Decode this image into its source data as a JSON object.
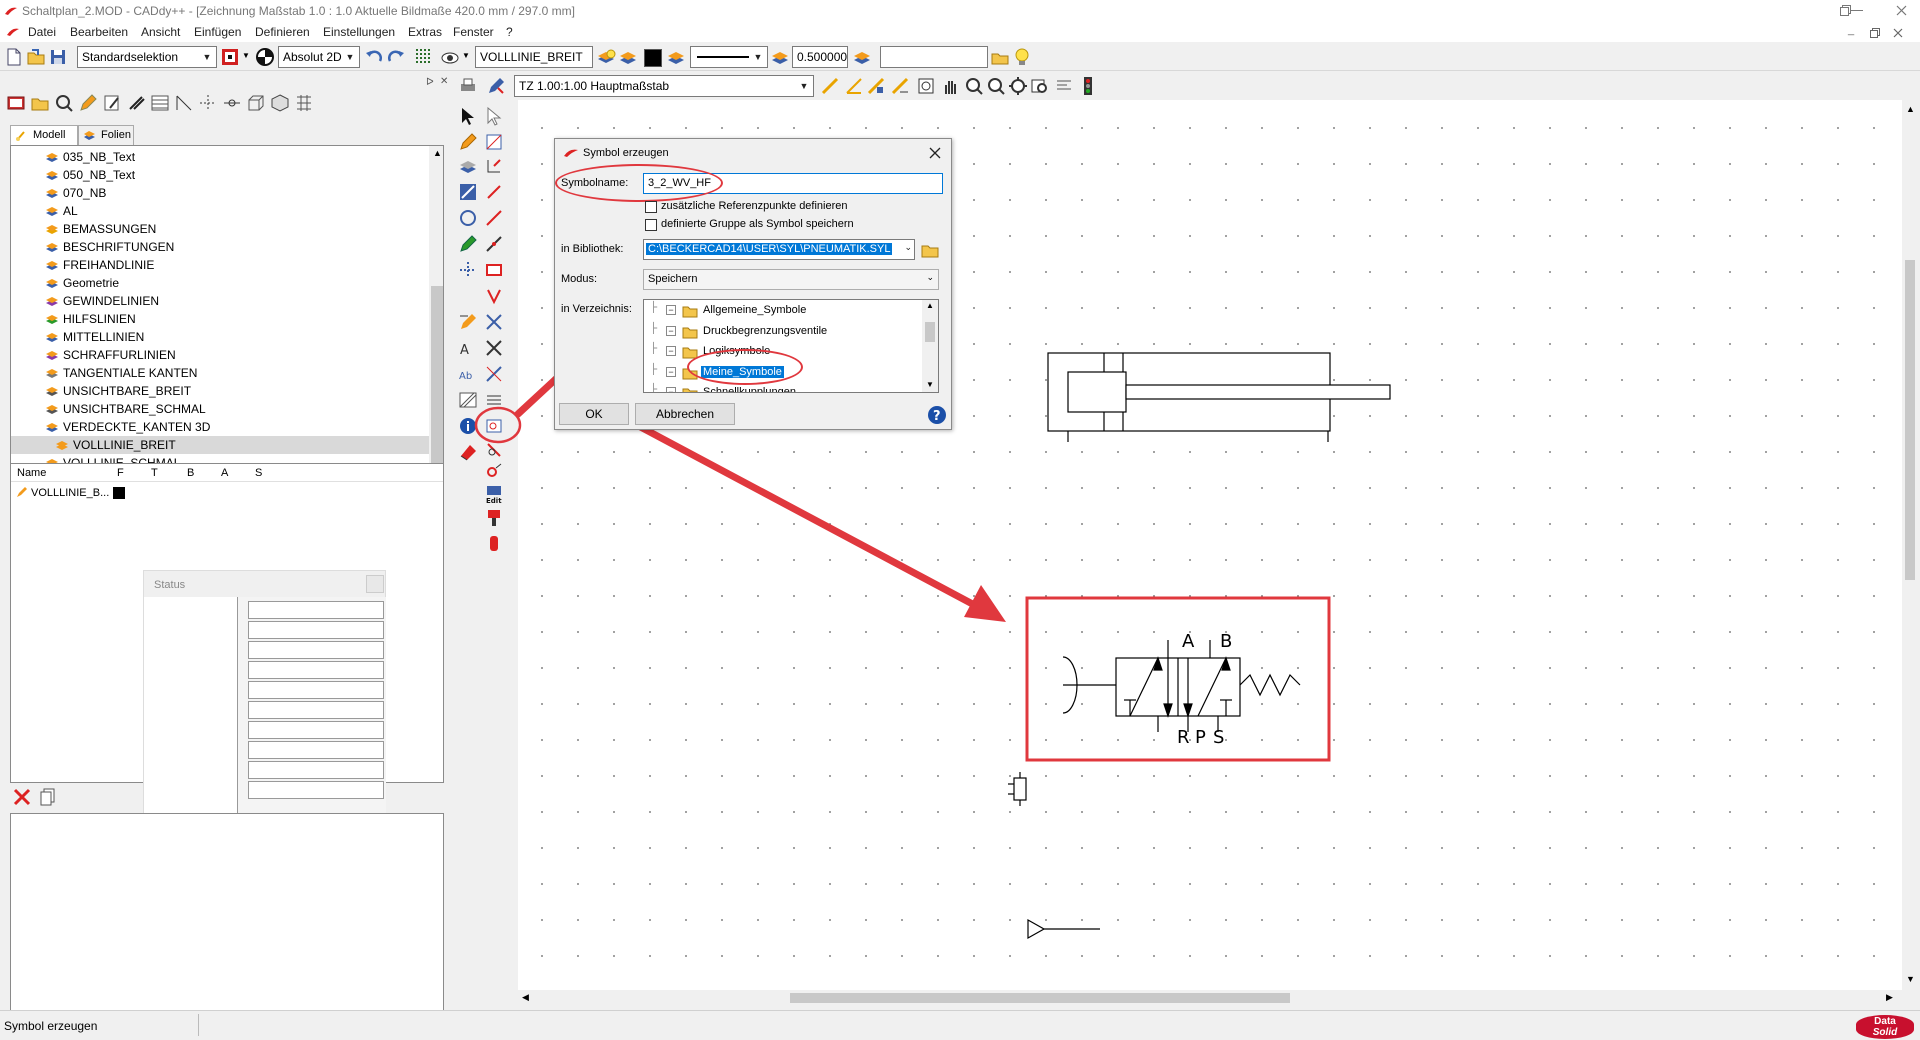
{
  "window": {
    "title": "Schaltplan_2.MOD - CADdy++ - [Zeichnung  Maßstab 1.0 : 1.0   Aktuelle Bildmaße 420.0 mm / 297.0 mm]"
  },
  "menu": [
    "Datei",
    "Bearbeiten",
    "Ansicht",
    "Einfügen",
    "Definieren",
    "Einstellungen",
    "Extras",
    "Fenster",
    "?"
  ],
  "toolbar": {
    "selection_mode": "Standardselektion",
    "coord_mode": "Absolut 2D",
    "linetype": "VOLLLINIE_BREIT",
    "line_width": "0.500000",
    "drawing_scale": "TZ 1.00:1.00 Hauptmaßstab"
  },
  "left_panel": {
    "tabs": [
      "Modell",
      "Folien"
    ],
    "layers": [
      "035_NB_Text",
      "050_NB_Text",
      "070_NB",
      "AL",
      "BEMASSUNGEN",
      "BESCHRIFTUNGEN",
      "FREIHANDLINIE",
      "Geometrie",
      "GEWINDELINIEN",
      "HILFSLINIEN",
      "MITTELLINIEN",
      "SCHRAFFURLINIEN",
      "TANGENTIALE KANTEN",
      "UNSICHTBARE_BREIT",
      "UNSICHTBARE_SCHMAL",
      "VERDECKTE_KANTEN 3D",
      "VOLLLINIE_BREIT",
      "VOLLLINIE_SCHMAL"
    ],
    "selected_layer": "VOLLLINIE_BREIT",
    "props_headers": [
      "Name",
      "F",
      "T",
      "B",
      "A",
      "S"
    ],
    "props_row_name": "VOLLLINIE_B...",
    "status_window_title": "Status"
  },
  "dialog": {
    "title": "Symbol erzeugen",
    "symbolname_label": "Symbolname:",
    "symbolname_value": "3_2_WV_HF",
    "check_refpoints": "zusätzliche Referenzpunkte definieren",
    "check_group": "definierte Gruppe als Symbol speichern",
    "library_label": "in Bibliothek:",
    "library_value": "C:\\BECKERCAD14\\USER\\SYL\\PNEUMATIK.SYL",
    "mode_label": "Modus:",
    "mode_value": "Speichern",
    "dir_label": "in Verzeichnis:",
    "folders": [
      "Allgemeine_Symbole",
      "Druckbegrenzungsventile",
      "Logiksymbole",
      "Meine_Symbole",
      "Schnellkupplungen"
    ],
    "selected_folder": "Meine_Symbole",
    "ok": "OK",
    "cancel": "Abbrechen"
  },
  "drawing": {
    "port_labels": [
      "A",
      "B",
      "R",
      "P",
      "S"
    ]
  },
  "statusbar": {
    "text": "Symbol erzeugen",
    "logo_line1": "Data",
    "logo_line2": "Solid"
  },
  "colors": {
    "annotation": "#e0383e",
    "selection": "#0078d7"
  }
}
